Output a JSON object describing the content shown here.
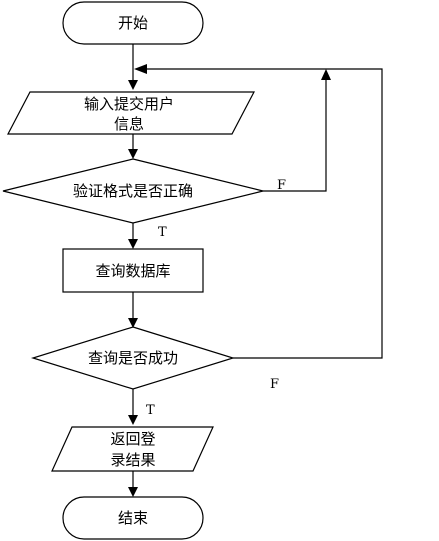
{
  "nodes": {
    "start": "开始",
    "input_line1": "输入提交用户",
    "input_line2": "信息",
    "validate": "验证格式是否正确",
    "query_db": "查询数据库",
    "query_success": "查询是否成功",
    "output_line1": "返回登",
    "output_line2": "录结果",
    "end": "结束"
  },
  "edge_labels": {
    "validate_false": "F",
    "validate_true": "T",
    "query_false": "F",
    "query_true": "T"
  },
  "colors": {
    "stroke": "#000000",
    "background": "#ffffff"
  }
}
